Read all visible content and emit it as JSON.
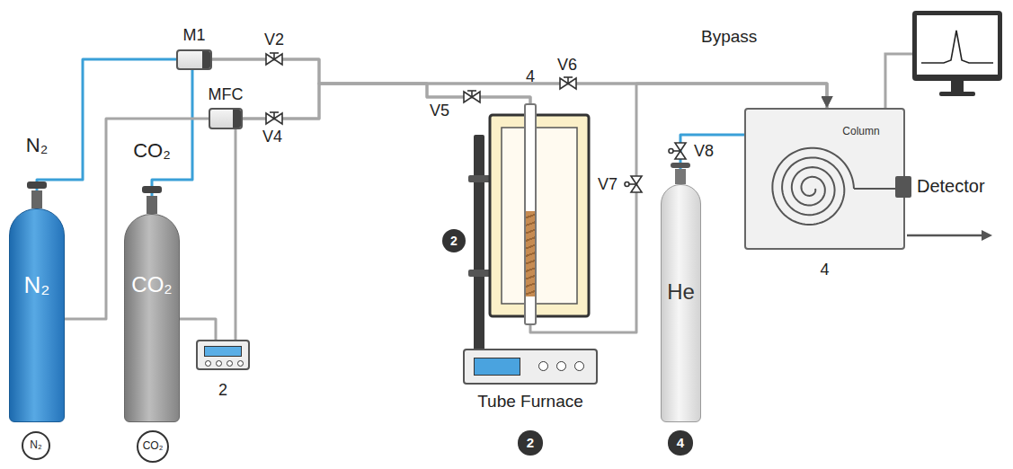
{
  "diagram": {
    "nodes": [
      {
        "text": [
          "M1"
        ]
      },
      {
        "text": [
          "MFC"
        ]
      },
      {
        "text": [
          "4"
        ]
      },
      {
        "text": [
          "Column",
          "4"
        ]
      },
      {
        "text": [
          "Detector"
        ]
      },
      {
        "text": [
          "N₂",
          "N₂"
        ]
      },
      {
        "text": [
          "CO₂",
          "CO₂"
        ]
      },
      {
        "text": [
          "2"
        ]
      },
      {
        "text": [
          "2"
        ]
      },
      {
        "text": [
          "Tube Furnace"
        ]
      },
      {
        "text": [
          "He"
        ]
      },
      {
        "text": [
          "N₂"
        ]
      },
      {
        "text": [
          "CO₂"
        ]
      },
      {
        "text": [
          "2"
        ]
      },
      {
        "text": [
          "4"
        ]
      }
    ],
    "edges": [
      {
        "from": 5,
        "to": 0,
        "arrow": "none"
      },
      {
        "from": 6,
        "to": 0,
        "arrow": "none"
      },
      {
        "from": 5,
        "to": 1,
        "arrow": "none"
      },
      {
        "from": 6,
        "to": 8,
        "arrow": "none"
      },
      {
        "from": 8,
        "to": 1,
        "arrow": "none"
      },
      {
        "from": 0,
        "to": 3,
        "arrow": "to"
      },
      {
        "from": 1,
        "to": 3,
        "arrow": "to"
      },
      {
        "from": 0,
        "to": 2,
        "arrow": "none"
      },
      {
        "from": 1,
        "to": 2,
        "arrow": "none"
      },
      {
        "from": 2,
        "to": 3,
        "arrow": "to"
      },
      {
        "from": 10,
        "to": 3,
        "arrow": "none"
      }
    ],
    "labels": [
      "V2",
      "Bypass",
      "V6",
      "V4",
      "V5",
      "V7",
      "V8"
    ]
  }
}
